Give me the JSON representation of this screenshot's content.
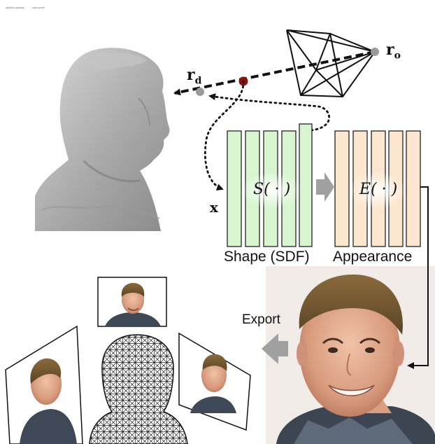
{
  "header_tiny": [
    "sandbox-gaussian",
    "visual proof"
  ],
  "labels": {
    "ray_direction_base": "r",
    "ray_direction_sub": "d",
    "ray_origin_base": "r",
    "ray_origin_sub": "o",
    "sample_point": "x",
    "shape_function": "S( · )",
    "appearance_function": "E( · )",
    "shape_caption": "Shape (SDF)",
    "appearance_caption": "Appearance",
    "export_caption": "Export"
  },
  "colors": {
    "shape_bars": "#d8f5d0",
    "shape_bar_stroke": "#222222",
    "appearance_bars": "#fde6cf",
    "ray_point": "#8b0f0f",
    "arrow_gray": "#a0a0a0",
    "mesh_gray": "#b4b4b4"
  },
  "icons": {
    "camera": "camera-frustum-icon",
    "head_mesh": "head-mesh-icon",
    "face_photo": "face-photo-icon",
    "wireframe": "wireframe-head-icon"
  }
}
